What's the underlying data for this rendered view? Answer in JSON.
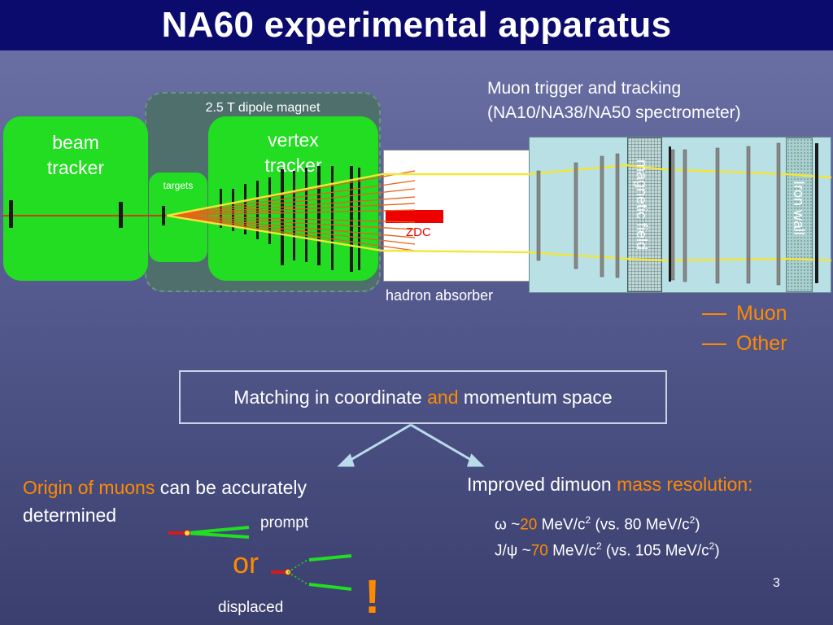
{
  "slide": {
    "title": "NA60 experimental apparatus",
    "page_number": "3"
  },
  "apparatus": {
    "magnet_label": "2.5 T dipole magnet",
    "beam_tracker_label": "beam\ntracker",
    "targets_label": "targets",
    "vertex_tracker_label": "vertex\ntracker",
    "zdc_label": "ZDC",
    "hadron_absorber_label": "hadron absorber",
    "muon_trigger_label": "Muon trigger and tracking\n(NA10/NA38/NA50 spectrometer)",
    "magnetic_field_label": "magnetic field",
    "iron_wall_label": "Iron wall"
  },
  "legend": {
    "items": [
      {
        "label": "Muon",
        "color": "#ff8a00"
      },
      {
        "label": "Other",
        "color": "#ff8a00"
      }
    ]
  },
  "matching": {
    "prefix": "Matching in coordinate ",
    "accent": "and",
    "suffix": " momentum space"
  },
  "origin": {
    "accent": "Origin of muons",
    "rest": " can be accurately determined",
    "prompt_label": "prompt",
    "or_label": "or",
    "displaced_label": "displaced",
    "exclaim": "!"
  },
  "resolution": {
    "prefix": "Improved dimuon ",
    "accent": "mass resolution:",
    "omega": {
      "symbol": "ω",
      "tilde": " ~",
      "value": "20",
      "unit": " MeV/c",
      "exp": "2",
      "compare": " (vs. 80 MeV/c",
      "compare_exp": "2",
      "close": ")"
    },
    "jpsi": {
      "symbol": "J/ψ",
      "tilde": " ~",
      "value": "70",
      "unit": " MeV/c",
      "exp": "2",
      "compare": " (vs. 105 MeV/c",
      "compare_exp": "2",
      "close": ")"
    }
  },
  "colors": {
    "title_bar": "#0b0b6e",
    "accent": "#ff8a00",
    "detector_green": "#22dd22",
    "muon_track": "#f2e63a",
    "other_track": "#e8621a",
    "zdc": "#ee0000"
  }
}
